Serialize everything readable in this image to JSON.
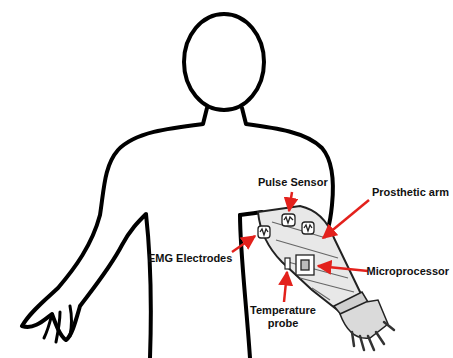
{
  "diagram": {
    "labels": [
      "Pulse Sensor",
      "Prosthetic arm",
      "EMG Electrodes",
      "Microprocessor",
      "Temperature probe"
    ]
  }
}
